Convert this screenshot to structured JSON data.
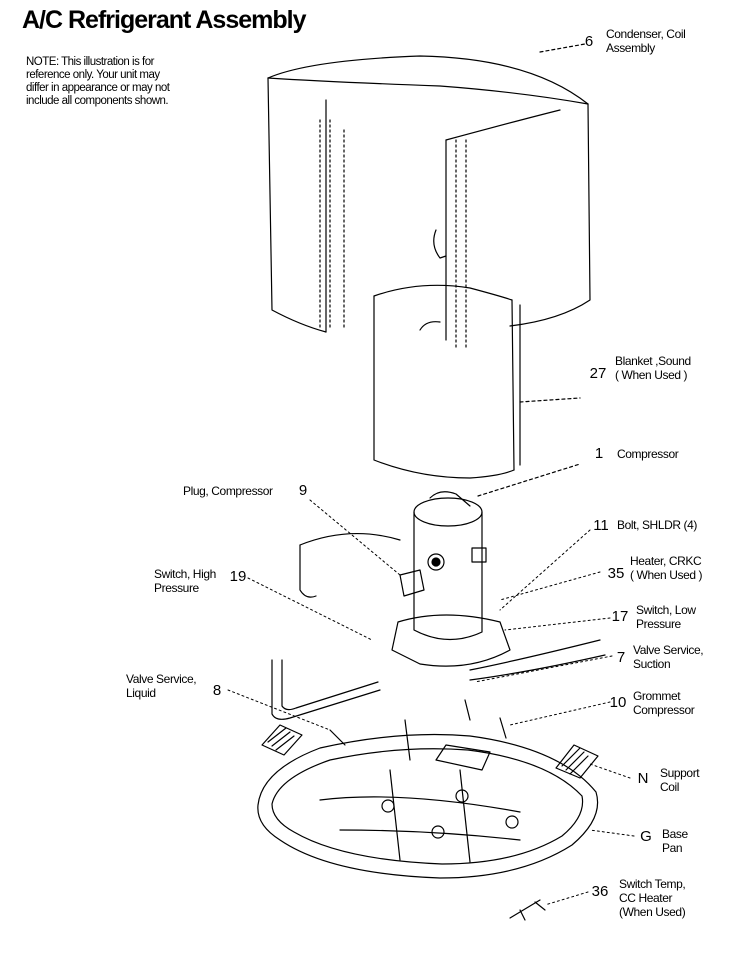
{
  "title": "A/C Refrigerant Assembly",
  "note": [
    "NOTE: This illustration is for",
    "reference only. Your unit may",
    "differ in appearance or may not",
    "include all components shown."
  ],
  "parts": [
    {
      "key": "6",
      "lines": [
        "Condenser, Coil",
        "Assembly"
      ]
    },
    {
      "key": "27",
      "lines": [
        "Blanket ,Sound",
        "( When Used )"
      ]
    },
    {
      "key": "1",
      "lines": [
        "Compressor"
      ]
    },
    {
      "key": "9",
      "lines": [
        "Plug, Compressor"
      ]
    },
    {
      "key": "11",
      "lines": [
        "Bolt, SHLDR (4)"
      ]
    },
    {
      "key": "35",
      "lines": [
        "Heater, CRKC",
        "( When Used )"
      ]
    },
    {
      "key": "19",
      "lines": [
        "Switch, High",
        "Pressure"
      ]
    },
    {
      "key": "17",
      "lines": [
        "Switch, Low",
        "Pressure"
      ]
    },
    {
      "key": "7",
      "lines": [
        "Valve Service,",
        "Suction"
      ]
    },
    {
      "key": "8",
      "lines": [
        "Valve Service,",
        "Liquid"
      ]
    },
    {
      "key": "10",
      "lines": [
        "Grommet",
        "Compressor"
      ]
    },
    {
      "key": "N",
      "lines": [
        "Support",
        "Coil"
      ]
    },
    {
      "key": "G",
      "lines": [
        "Base",
        "Pan"
      ]
    },
    {
      "key": "36",
      "lines": [
        "Switch Temp,",
        "CC Heater",
        "(When Used)"
      ]
    }
  ]
}
